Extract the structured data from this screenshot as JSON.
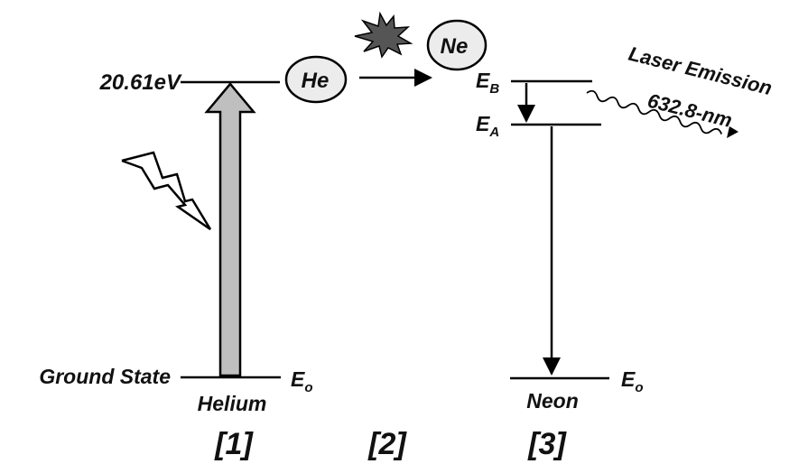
{
  "diagram": {
    "helium": {
      "excited_energy_label": "20.61eV",
      "ground_label": "Ground State",
      "ground_level_label": "E",
      "ground_level_sub": "o",
      "atom_label": "He",
      "name": "Helium",
      "step": "[1]"
    },
    "collision": {
      "step": "[2]"
    },
    "neon": {
      "atom_label": "Ne",
      "level_b_label": "E",
      "level_b_sub": "B",
      "level_a_label": "E",
      "level_a_sub": "A",
      "ground_level_label": "E",
      "ground_level_sub": "o",
      "name": "Neon",
      "step": "[3]"
    },
    "emission": {
      "title": "Laser Emission",
      "wavelength": "632.8-nm"
    },
    "colors": {
      "line": "#000000",
      "pump_arrow_fill": "#bfbfbf",
      "atom_fill": "#ececec",
      "star_fill": "#555555"
    }
  }
}
